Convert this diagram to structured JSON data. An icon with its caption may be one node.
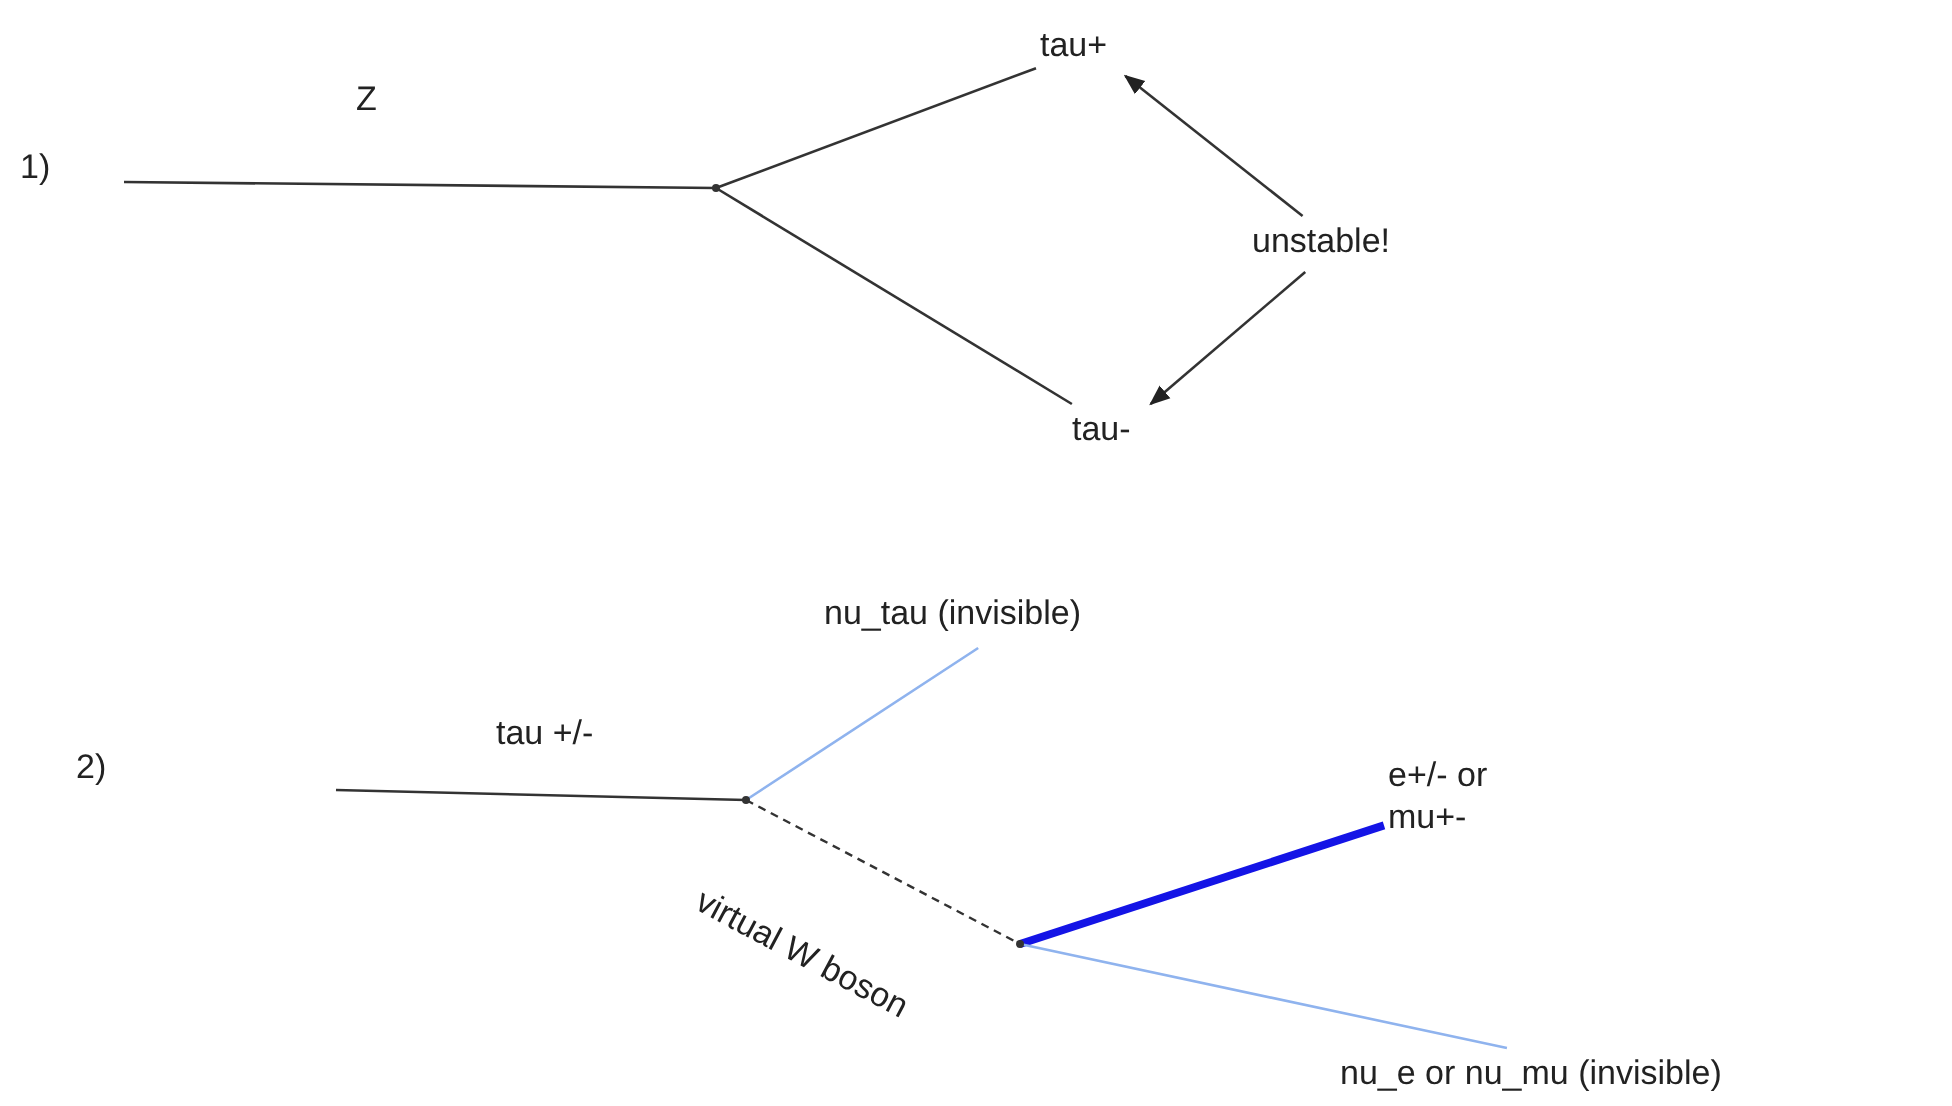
{
  "diagram": {
    "nodes": [
      {
        "text": [],
        "shape": "point"
      },
      {
        "text": [
          "tau+"
        ]
      },
      {
        "text": [
          "unstable!"
        ]
      },
      {
        "text": [
          "tau-"
        ]
      },
      {
        "text": [
          "nu_tau (invisible)"
        ]
      },
      {
        "text": [],
        "shape": "point"
      },
      {
        "text": [],
        "shape": "point"
      },
      {
        "text": [
          "e+/- or mu+-"
        ]
      },
      {
        "text": [
          "nu_e or nu_mu (invisible)"
        ]
      }
    ],
    "edges": [
      {
        "from": null,
        "to": 0,
        "arrow": "none",
        "label": "Z"
      },
      {
        "from": 0,
        "to": 1,
        "arrow": "none"
      },
      {
        "from": 0,
        "to": 3,
        "arrow": "none"
      },
      {
        "from": 2,
        "to": 1,
        "arrow": "to"
      },
      {
        "from": 2,
        "to": 3,
        "arrow": "to"
      },
      {
        "from": null,
        "to": 5,
        "arrow": "none",
        "label": "tau +/-"
      },
      {
        "from": 5,
        "to": 4,
        "arrow": "none",
        "color": "#8fb3ee"
      },
      {
        "from": 5,
        "to": 6,
        "arrow": "none",
        "style": "dashed",
        "label": "virtual W boson"
      },
      {
        "from": 6,
        "to": 7,
        "arrow": "none",
        "style": "thick",
        "color": "#1414e6"
      },
      {
        "from": 6,
        "to": 8,
        "arrow": "none",
        "color": "#8fb3ee"
      }
    ],
    "labels": [
      "1)",
      "2)"
    ]
  }
}
